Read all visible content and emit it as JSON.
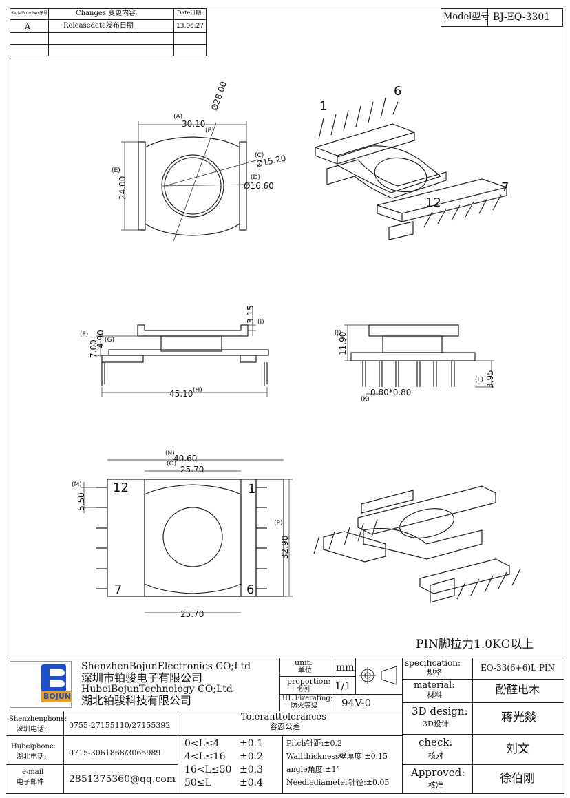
{
  "revision_table": {
    "headers": [
      "SerialNumber序号",
      "Changes  变更内容",
      "Date日期"
    ],
    "rows": [
      [
        "A",
        "Releasedate发布日期",
        "13.06.27"
      ],
      [
        "",
        "",
        ""
      ],
      [
        "",
        "",
        ""
      ]
    ]
  },
  "model": {
    "label": "Model型号",
    "value": "BJ-EQ-3301"
  },
  "top_view": {
    "A": "(A)",
    "A_val": "30.10",
    "B": "(B)",
    "B_val": "Ø28.00",
    "C": "(C)",
    "C_val": "Ø15.20",
    "D": "(D)",
    "D_val": "Ø16.60",
    "E": "(E)",
    "E_val": "24.00"
  },
  "iso_top": {
    "pin1": "1",
    "pin6": "6",
    "pin7": "7",
    "pin12": "12"
  },
  "front_view": {
    "I_val": "3.15",
    "I": "(I)",
    "F": "(F)",
    "F_val": "7.00",
    "G": "(G)",
    "G_val": "4.90",
    "H_val": "45.10",
    "H": "(H)"
  },
  "side_view": {
    "J": "(J)",
    "J_val": "11.90",
    "L": "(L)",
    "L_val": "3.95",
    "K": "(K)",
    "K_val": "0.80*0.80"
  },
  "bottom_view": {
    "N": "(N)",
    "N_val": "40.60",
    "O": "(O)",
    "O_val": "25.70",
    "M": "(M)",
    "M_val": "5.50",
    "P": "(P)",
    "P_val": "32.90",
    "bottom_val": "25.70",
    "pin12": "12",
    "pin1": "1",
    "pin7": "7",
    "pin6": "6"
  },
  "pin_note": "PIN脚拉力1.0KG以上",
  "company": {
    "logo_top": "B",
    "logo_text": "BOJUN",
    "en1": "ShenzhenBojunElectronics CO;Ltd",
    "cn1": "深圳市铂骏电子有限公司",
    "en2": "HubeiBojunTechnology CO;Ltd",
    "cn2": "湖北铂骏科技有限公司"
  },
  "unit": {
    "label": "unit:",
    "label_cn": "单位",
    "value": "mm"
  },
  "proportion": {
    "label": "proportion:",
    "label_cn": "比例",
    "value": "1/1"
  },
  "ul": {
    "label": "UL Firerating:",
    "label_cn": "防火等级",
    "value": "94V-0"
  },
  "specification": {
    "label": "specification:",
    "label_cn": "规格",
    "value": "EQ-33(6+6)L PIN"
  },
  "material": {
    "label": "material:",
    "label_cn": "材料",
    "value": "酚醛电木"
  },
  "design": {
    "label": "3D design:",
    "label_cn": "3D设计",
    "value": "蒋光燚"
  },
  "check": {
    "label": "check:",
    "label_cn": "核对",
    "value": "刘文"
  },
  "approved": {
    "label": "Approved:",
    "label_cn": "核准",
    "value": "徐伯刚"
  },
  "contacts": [
    {
      "label": "Shenzhenphone:",
      "label_cn": "深圳电话:",
      "value": "0755-27155110/27155392"
    },
    {
      "label": "Hubeiphone:",
      "label_cn": "湖北电话:",
      "value": "0715-3061868/3065989"
    },
    {
      "label": "e-mail",
      "label_cn": "电子邮件",
      "value": "2851375360@qq.com"
    }
  ],
  "tolerances": {
    "title": "Toleranttolerances",
    "title_cn": "容忍公差",
    "ranges": [
      {
        "range": "0<L≤4",
        "tol": "±0.1"
      },
      {
        "range": "4<L≤16",
        "tol": "±0.2"
      },
      {
        "range": "16<L≤50",
        "tol": "±0.3"
      },
      {
        "range": "50≤L",
        "tol": "±0.4"
      }
    ],
    "notes": [
      "Pitch针距:±0.2",
      "Wallthickness壁厚度:±0.15",
      "angle角度:±1°",
      "Needlediameter针径:±0.05"
    ]
  },
  "colors": {
    "logo_blue": "#1f4fc8",
    "logo_orange": "#e8a020"
  }
}
